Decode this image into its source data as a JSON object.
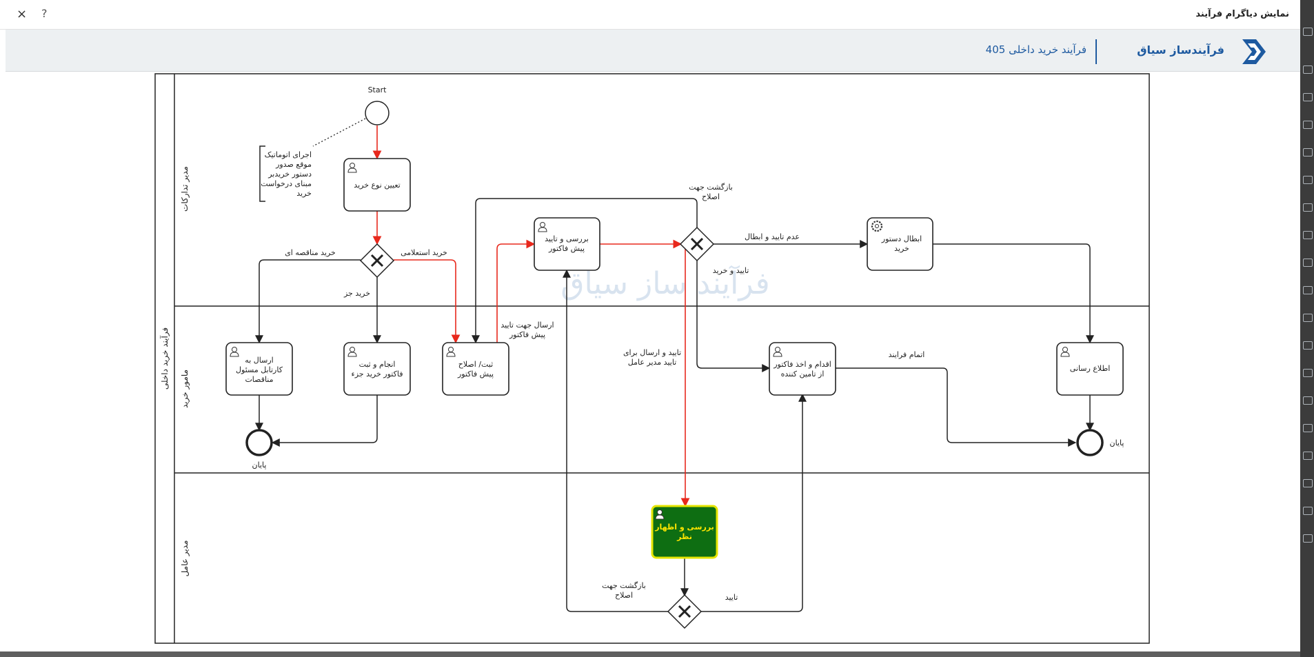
{
  "dialog": {
    "title": "نمایش دیاگرام فرآیند",
    "close_icon": "×",
    "help_icon": "?"
  },
  "header": {
    "brand": "فرآیندساز سیاق",
    "process_name": "فرآیند خرید داخلی 405",
    "logo_icon": "siyagh-logo-icon",
    "brand_color": "#1e5aa0"
  },
  "diagram": {
    "watermark": "فرآیند ساز سیاق",
    "pool_label": "فرآیند خرید داخلی",
    "lanes": {
      "top": "مدیر تدارکات",
      "middle": "مامور خرید",
      "bottom": "مدیر عامل"
    },
    "events": {
      "start": "Start",
      "end_left": "پایان",
      "end_right": "پایان"
    },
    "annotation": [
      "اجرای اتوماتیک",
      "موقع صدور",
      "دستور خریدبر",
      "مبنای درخواست",
      "خرید"
    ],
    "tasks": {
      "determine_type": [
        "تعیین نوع خرید"
      ],
      "review_proforma": [
        "بررسی و تایید",
        "پیش فاکتور"
      ],
      "cancel_order": [
        "ابطال دستور",
        "خرید"
      ],
      "send_to_tender": [
        "ارسال به",
        "کارتابل مسئول",
        "مناقصات"
      ],
      "register_invoice": [
        "انجام و ثبت",
        "فاکتور خرید جزء"
      ],
      "register_proforma": [
        "ثبت/ اصلاح",
        "پیش فاکتور"
      ],
      "get_invoice": [
        "اقدام و اخذ فاکتور",
        "از تامین کننده"
      ],
      "notify": [
        "اطلاع رسانی"
      ],
      "ceo_review": [
        "بررسی و اظهار",
        "نظر"
      ]
    },
    "flows": {
      "tender_purchase": "خرید مناقصه ای",
      "inquiry_purchase": "خرید استعلامی",
      "minor_purchase": "خرید جز",
      "send_for_approval": [
        "ارسال جهت تایید",
        "پیش فاکتور"
      ],
      "return_for_fix_top": [
        "بازگشت جهت",
        "اصلاح"
      ],
      "reject_cancel": "عدم تایید و ابطال",
      "approve_buy": "تایید و خرید",
      "approve_send_ceo": [
        "تایید و ارسال برای",
        "تایید مدیر عامل"
      ],
      "process_end": "اتمام فرایند",
      "return_for_fix_bottom": [
        "بازگشت جهت",
        "اصلاح"
      ],
      "approve": "تایید"
    },
    "colors": {
      "active_flow": "#e8281c",
      "normal_flow": "#222222",
      "active_task_fill": "#0e6e12",
      "active_task_border": "#e5e500",
      "active_task_text": "#ffe600"
    }
  }
}
